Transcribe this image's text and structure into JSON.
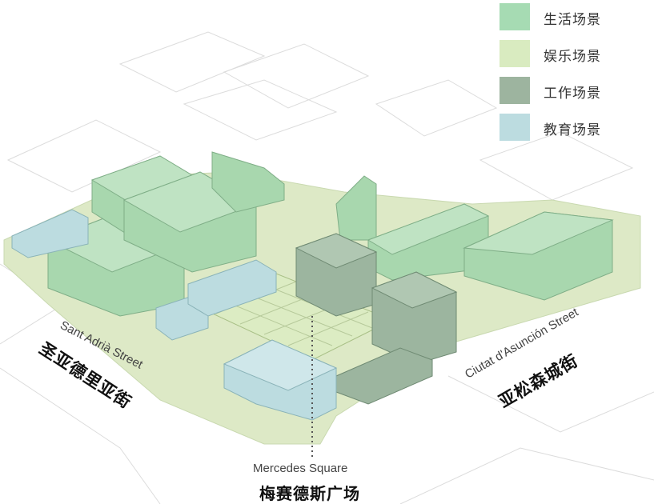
{
  "legend": [
    {
      "label": "生活场景",
      "color": "#a6dbb3"
    },
    {
      "label": "娱乐场景",
      "color": "#d9ebc0"
    },
    {
      "label": "工作场景",
      "color": "#9db49f"
    },
    {
      "label": "教育场景",
      "color": "#bcdce0"
    }
  ],
  "streets": {
    "sant_adria_en": "Sant Adrià Street",
    "sant_adria_cn": "圣亚德里亚街",
    "asuncion_en": "Ciutat d'Asunción Street",
    "asuncion_cn": "亚松森城街"
  },
  "square": {
    "en": "Mercedes Square",
    "cn": "梅赛德斯广场"
  }
}
